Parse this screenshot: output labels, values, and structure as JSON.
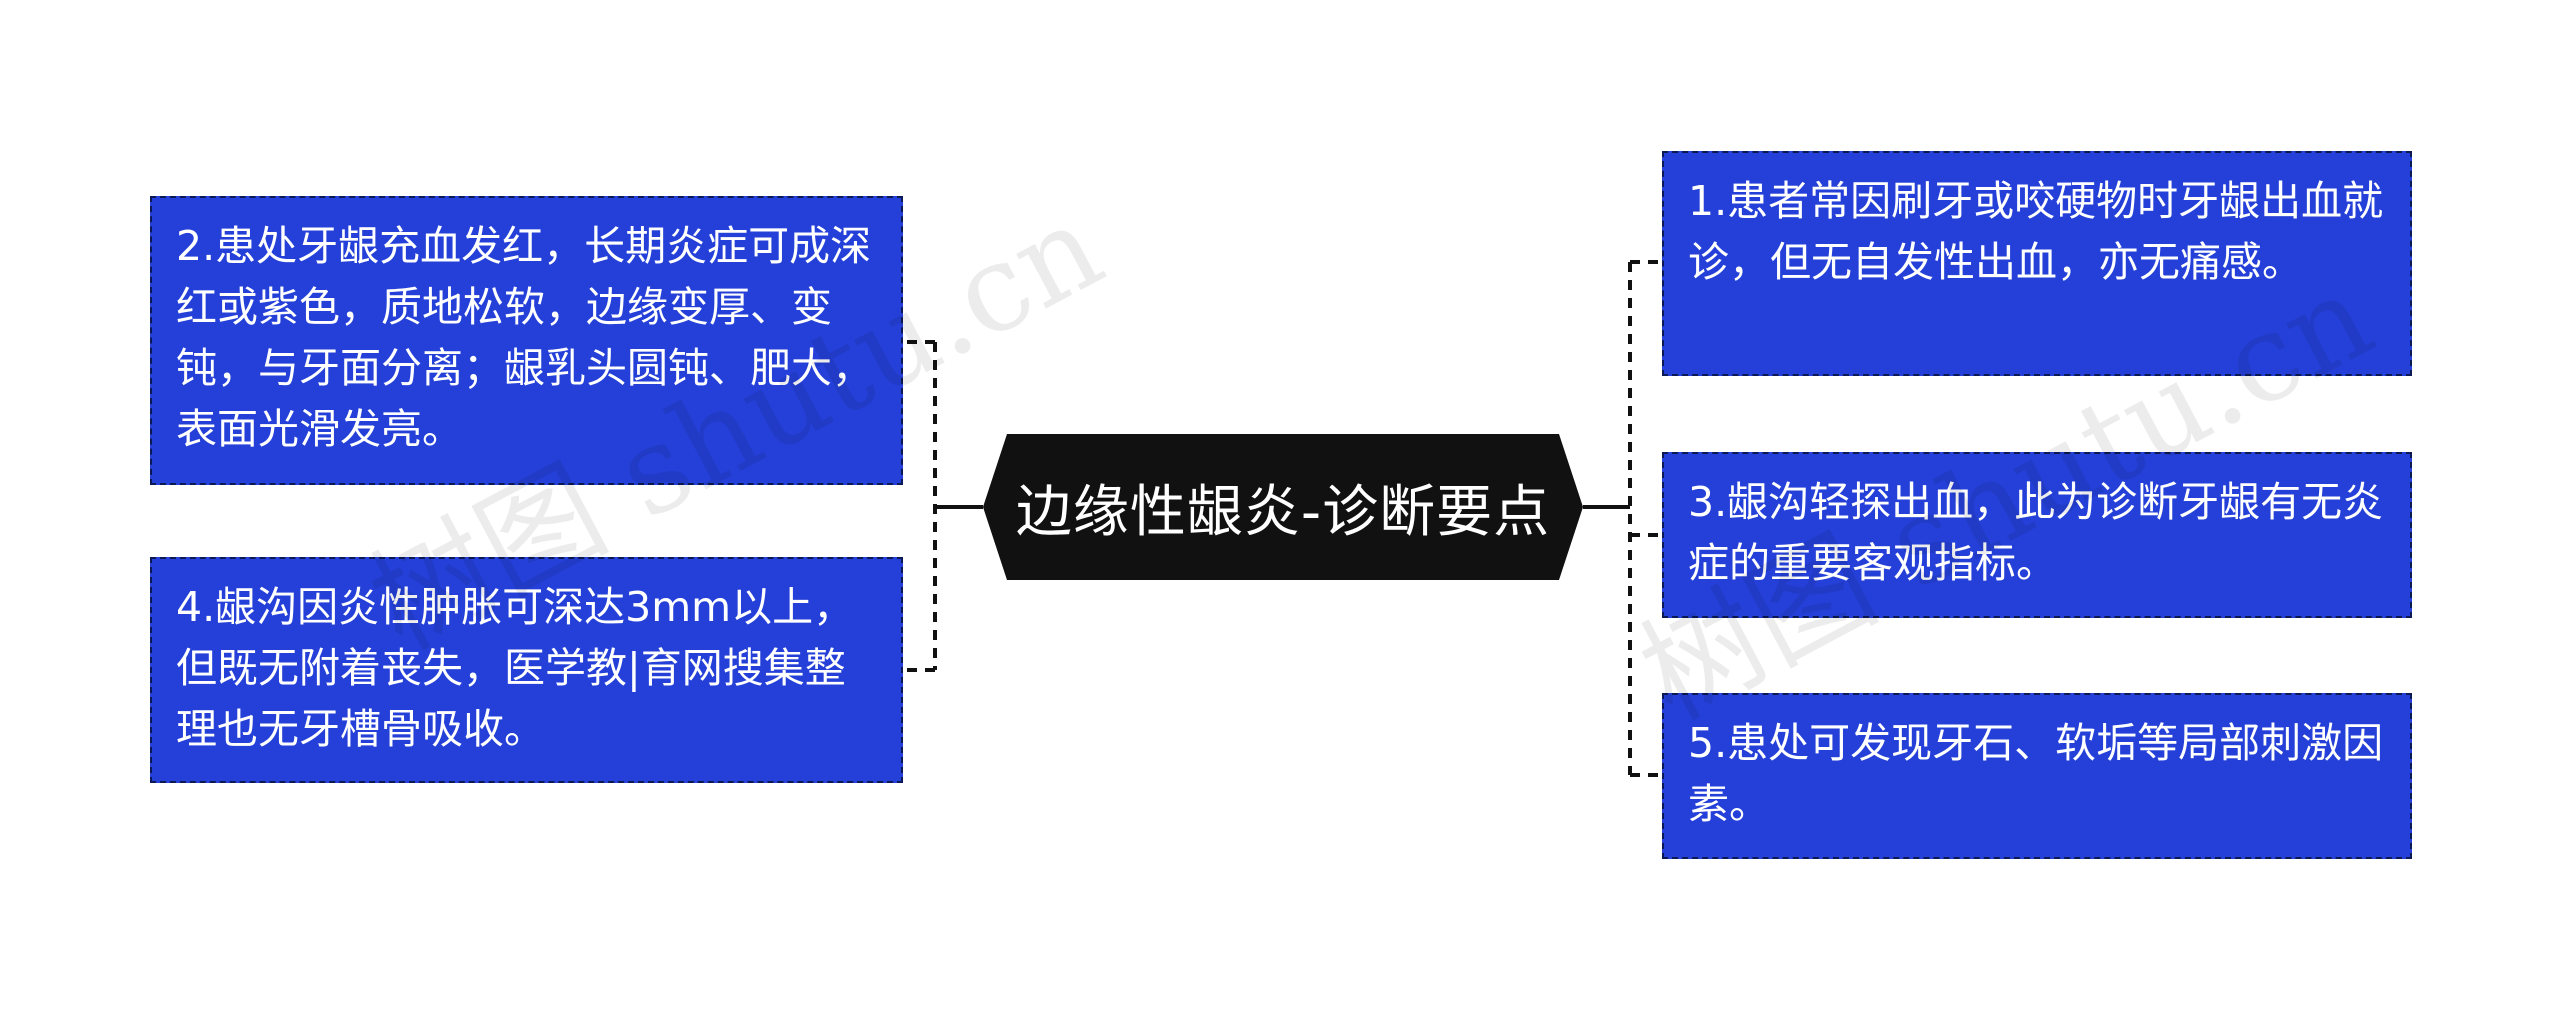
{
  "center": {
    "title": "边缘性龈炎-诊断要点"
  },
  "nodes": {
    "n1": "1.患者常因刷牙或咬硬物时牙龈出血就诊，但无自发性出血，亦无痛感。",
    "n2": "2.患处牙龈充血发红，长期炎症可成深红或紫色，质地松软，边缘变厚、变钝，与牙面分离；龈乳头圆钝、肥大，表面光滑发亮。",
    "n3": "3.龈沟轻探出血，此为诊断牙龈有无炎症的重要客观指标。",
    "n4": "4.龈沟因炎性肿胀可深达3mm以上，但既无附着丧失，医学教|育网搜集整理也无牙槽骨吸收。",
    "n5": "5.患处可发现牙石、软垢等局部刺激因素。"
  },
  "watermark": {
    "left": "树图 shutu.cn",
    "right": "树图 shutu.cn"
  },
  "colors": {
    "node_fill": "#2440d8",
    "node_border": "#0b1a55",
    "center_fill": "#111111",
    "connector": "#111111"
  }
}
